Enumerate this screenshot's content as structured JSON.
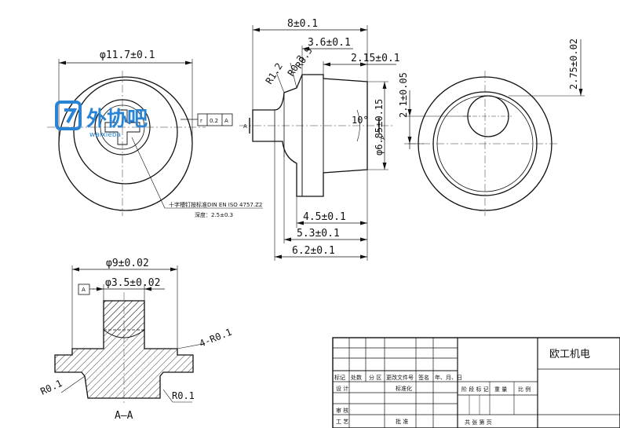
{
  "front_view": {
    "dia_outer": "φ11.7±0.1",
    "tolerance_symbol": "r",
    "tolerance_value": "0.2",
    "datum": "A",
    "note_line1": "十字槽钉按标准DIN EN ISO 4757.Z2",
    "note_line2": "深度：2.5±0.3"
  },
  "side_view": {
    "len_total_top": "8±0.1",
    "len_a": "3.6±0.1",
    "len_b": "2.15±0.1",
    "r_a": "R0.5",
    "r_b": "R0.3",
    "r_c": "R1.2",
    "angle": "10°",
    "dia_mid": "φ6.85±0.15",
    "section_mark": "A",
    "len_c": "4.5±0.1",
    "len_d": "5.3±0.1",
    "len_e": "6.2±0.1"
  },
  "right_view": {
    "offset_a": "2.1±0.05",
    "offset_b": "2.75±0.02"
  },
  "section_view": {
    "dia_big": "φ9±0.02",
    "dia_small": "φ3.5±0.02",
    "datum": "A",
    "chamfer": "4-R0.1",
    "r_left": "R0.1",
    "r_right": "R0.1",
    "label": "A—A"
  },
  "title_block": {
    "company": "欧工机电",
    "row_labels": [
      "标记",
      "处数",
      "分 区",
      "更改文件号",
      "签名",
      "年、月、日"
    ],
    "design": "设 计",
    "standardize": "标准化",
    "stage_labels": [
      "阶 段 标 记",
      "重 量",
      "比 例"
    ],
    "review": "审 核",
    "process": "工 艺",
    "approve": "批 准",
    "sheet_info": "共    张   第    页"
  },
  "watermark": {
    "text": "外协吧",
    "sub": "waixieba"
  }
}
